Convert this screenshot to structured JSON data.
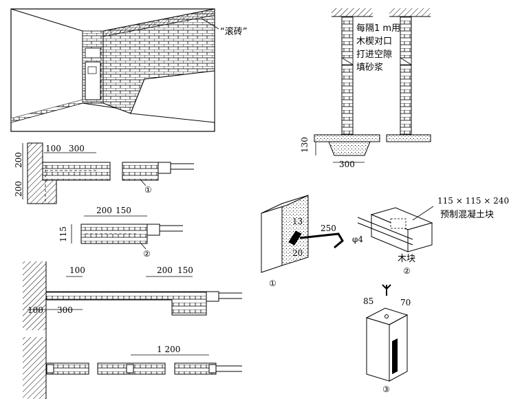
{
  "colors": {
    "ink": "#000000",
    "paper": "#ffffff",
    "hatch": "#000000",
    "fill_light": "#d9d9d9"
  },
  "perspective": {
    "callout": "“滚砖”"
  },
  "note_lines": [
    "每隔1 m用",
    "木楔对口",
    "打进空隙",
    "填砂浆"
  ],
  "dims": {
    "section_height": "130",
    "section_width": "300",
    "corner_w100": "100",
    "corner_w300": "300",
    "corner_h200_top": "200",
    "corner_h200_bot": "200",
    "mid_w200": "200",
    "mid_w150": "150",
    "mid_h115": "115",
    "wall_w100": "100",
    "wall_w200": "200",
    "wall_w150": "150",
    "wall_w100b": "100",
    "wall_w300": "300",
    "wall_w1200": "1 200",
    "anchor_13": "13",
    "anchor_250": "250",
    "anchor_20": "20",
    "rod_phi4": "φ4",
    "block_85": "85",
    "block_70": "70"
  },
  "labels": {
    "c1": "①",
    "c2": "②",
    "anchor_num": "①",
    "block_num": "②",
    "block_size": "115 × 115 × 240",
    "block_name": "预制混凝土块",
    "block_wood": "木块",
    "bottom_num": "③"
  }
}
